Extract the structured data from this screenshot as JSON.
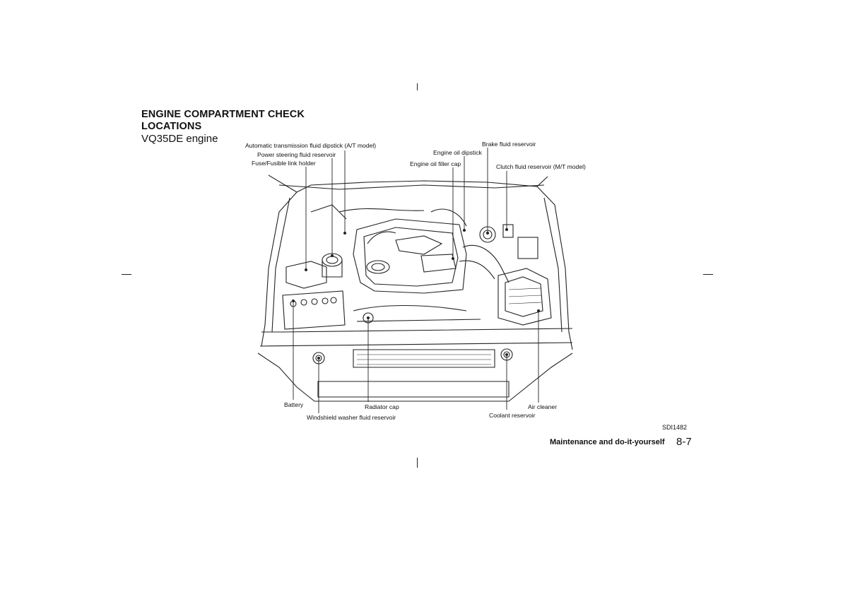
{
  "page": {
    "title_line1": "ENGINE COMPARTMENT CHECK",
    "title_line2": "LOCATIONS",
    "subtitle": "VQ35DE engine",
    "figure_code": "SDI1482",
    "footer_section": "Maintenance and do-it-yourself",
    "page_number": "8-7"
  },
  "callouts": {
    "atf_dipstick": "Automatic transmission fluid dipstick (A/T model)",
    "power_steering": "Power steering fluid reservoir",
    "fuse_holder": "Fuse/Fusible link holder",
    "brake_fluid": "Brake fluid reservoir",
    "engine_oil_dipstick": "Engine oil dipstick",
    "engine_oil_filler": "Engine oil filler cap",
    "clutch_fluid": "Clutch fluid reservoir (M/T model)",
    "battery": "Battery",
    "radiator_cap": "Radiator cap",
    "washer_reservoir": "Windshield washer fluid reservoir",
    "air_cleaner": "Air cleaner",
    "coolant_reservoir": "Coolant reservoir"
  }
}
